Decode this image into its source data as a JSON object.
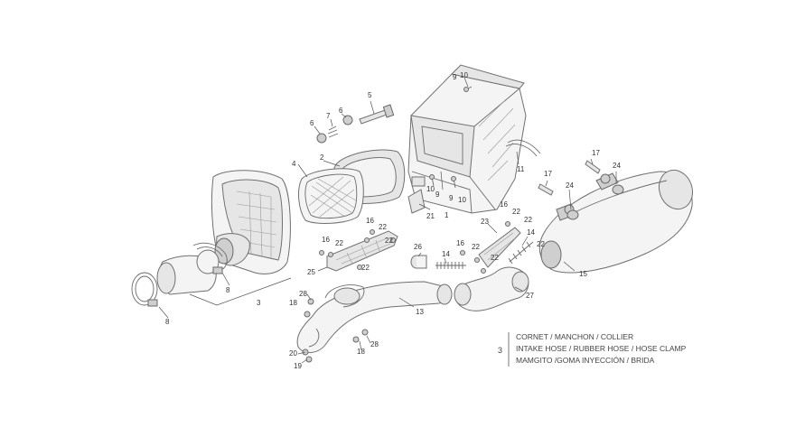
{
  "callouts": [
    "1",
    "2",
    "3",
    "4",
    "5",
    "6",
    "6",
    "7",
    "8",
    "8",
    "9",
    "9",
    "9",
    "10",
    "10",
    "10",
    "11",
    "13",
    "14",
    "14",
    "15",
    "16",
    "16",
    "16",
    "16",
    "17",
    "17",
    "18",
    "18",
    "19",
    "20",
    "21",
    "22",
    "22",
    "22",
    "22",
    "22",
    "22",
    "22",
    "22",
    "22",
    "23",
    "24",
    "24",
    "25",
    "26",
    "27",
    "28",
    "28"
  ],
  "legend": {
    "number": "3",
    "lines": [
      "CORNET / MANCHON / COLLIER",
      "INTAKE HOSE / RUBBER HOSE / HOSE CLAMP",
      "MAMGITO /GOMA INYECCIÓN / BRIDA"
    ]
  }
}
